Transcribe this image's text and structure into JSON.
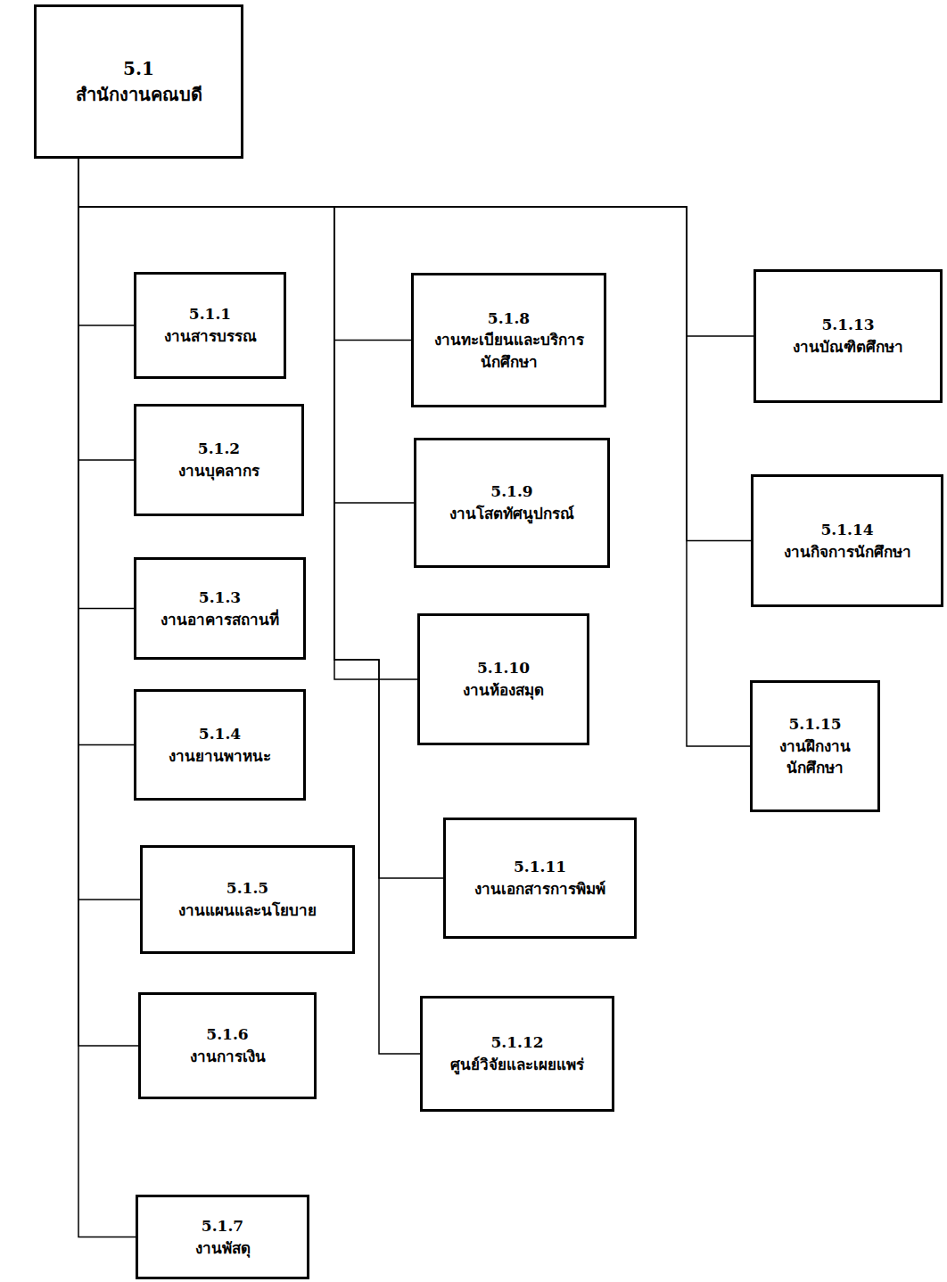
{
  "diagram": {
    "nodes": [
      {
        "text": [
          "5.1",
          "สำนักงานคณบดี"
        ]
      },
      {
        "text": [
          "5.1.1",
          "งานสารบรรณ"
        ]
      },
      {
        "text": [
          "5.1.2",
          "งานบุคลากร"
        ]
      },
      {
        "text": [
          "5.1.3",
          "งานอาคารสถานที่"
        ]
      },
      {
        "text": [
          "5.1.4",
          "งานยานพาหนะ"
        ]
      },
      {
        "text": [
          "5.1.5",
          "งานแผนและนโยบาย"
        ]
      },
      {
        "text": [
          "5.1.6",
          "งานการเงิน"
        ]
      },
      {
        "text": [
          "5.1.7",
          "งานพัสดุ"
        ]
      },
      {
        "text": [
          "5.1.8",
          "งานทะเบียนและบริการ นักศึกษา"
        ]
      },
      {
        "text": [
          "5.1.9",
          "งานโสตทัศนูปกรณ์"
        ]
      },
      {
        "text": [
          "5.1.10",
          "งานห้องสมุด"
        ]
      },
      {
        "text": [
          "5.1.11",
          "งานเอกสารการพิมพ์"
        ]
      },
      {
        "text": [
          "5.1.12",
          "ศูนย์วิจัยและเผยแพร่"
        ]
      },
      {
        "text": [
          "5.1.13",
          "งานบัณฑิตศึกษา"
        ]
      },
      {
        "text": [
          "5.1.14",
          "งานกิจการนักศึกษา"
        ]
      },
      {
        "text": [
          "5.1.15",
          "งานฝึกงาน นักศึกษา"
        ]
      }
    ],
    "edges": [
      {
        "from": 0,
        "to": 1,
        "arrow": "none"
      },
      {
        "from": 0,
        "to": 2,
        "arrow": "none"
      },
      {
        "from": 0,
        "to": 3,
        "arrow": "none"
      },
      {
        "from": 0,
        "to": 4,
        "arrow": "none"
      },
      {
        "from": 0,
        "to": 5,
        "arrow": "none"
      },
      {
        "from": 0,
        "to": 6,
        "arrow": "none"
      },
      {
        "from": 0,
        "to": 7,
        "arrow": "none"
      },
      {
        "from": 0,
        "to": 8,
        "arrow": "none"
      },
      {
        "from": 0,
        "to": 9,
        "arrow": "none"
      },
      {
        "from": 0,
        "to": 10,
        "arrow": "none"
      },
      {
        "from": 0,
        "to": 11,
        "arrow": "none"
      },
      {
        "from": 0,
        "to": 12,
        "arrow": "none"
      },
      {
        "from": 0,
        "to": 13,
        "arrow": "none"
      },
      {
        "from": 0,
        "to": 14,
        "arrow": "none"
      },
      {
        "from": 0,
        "to": 15,
        "arrow": "none"
      }
    ]
  }
}
